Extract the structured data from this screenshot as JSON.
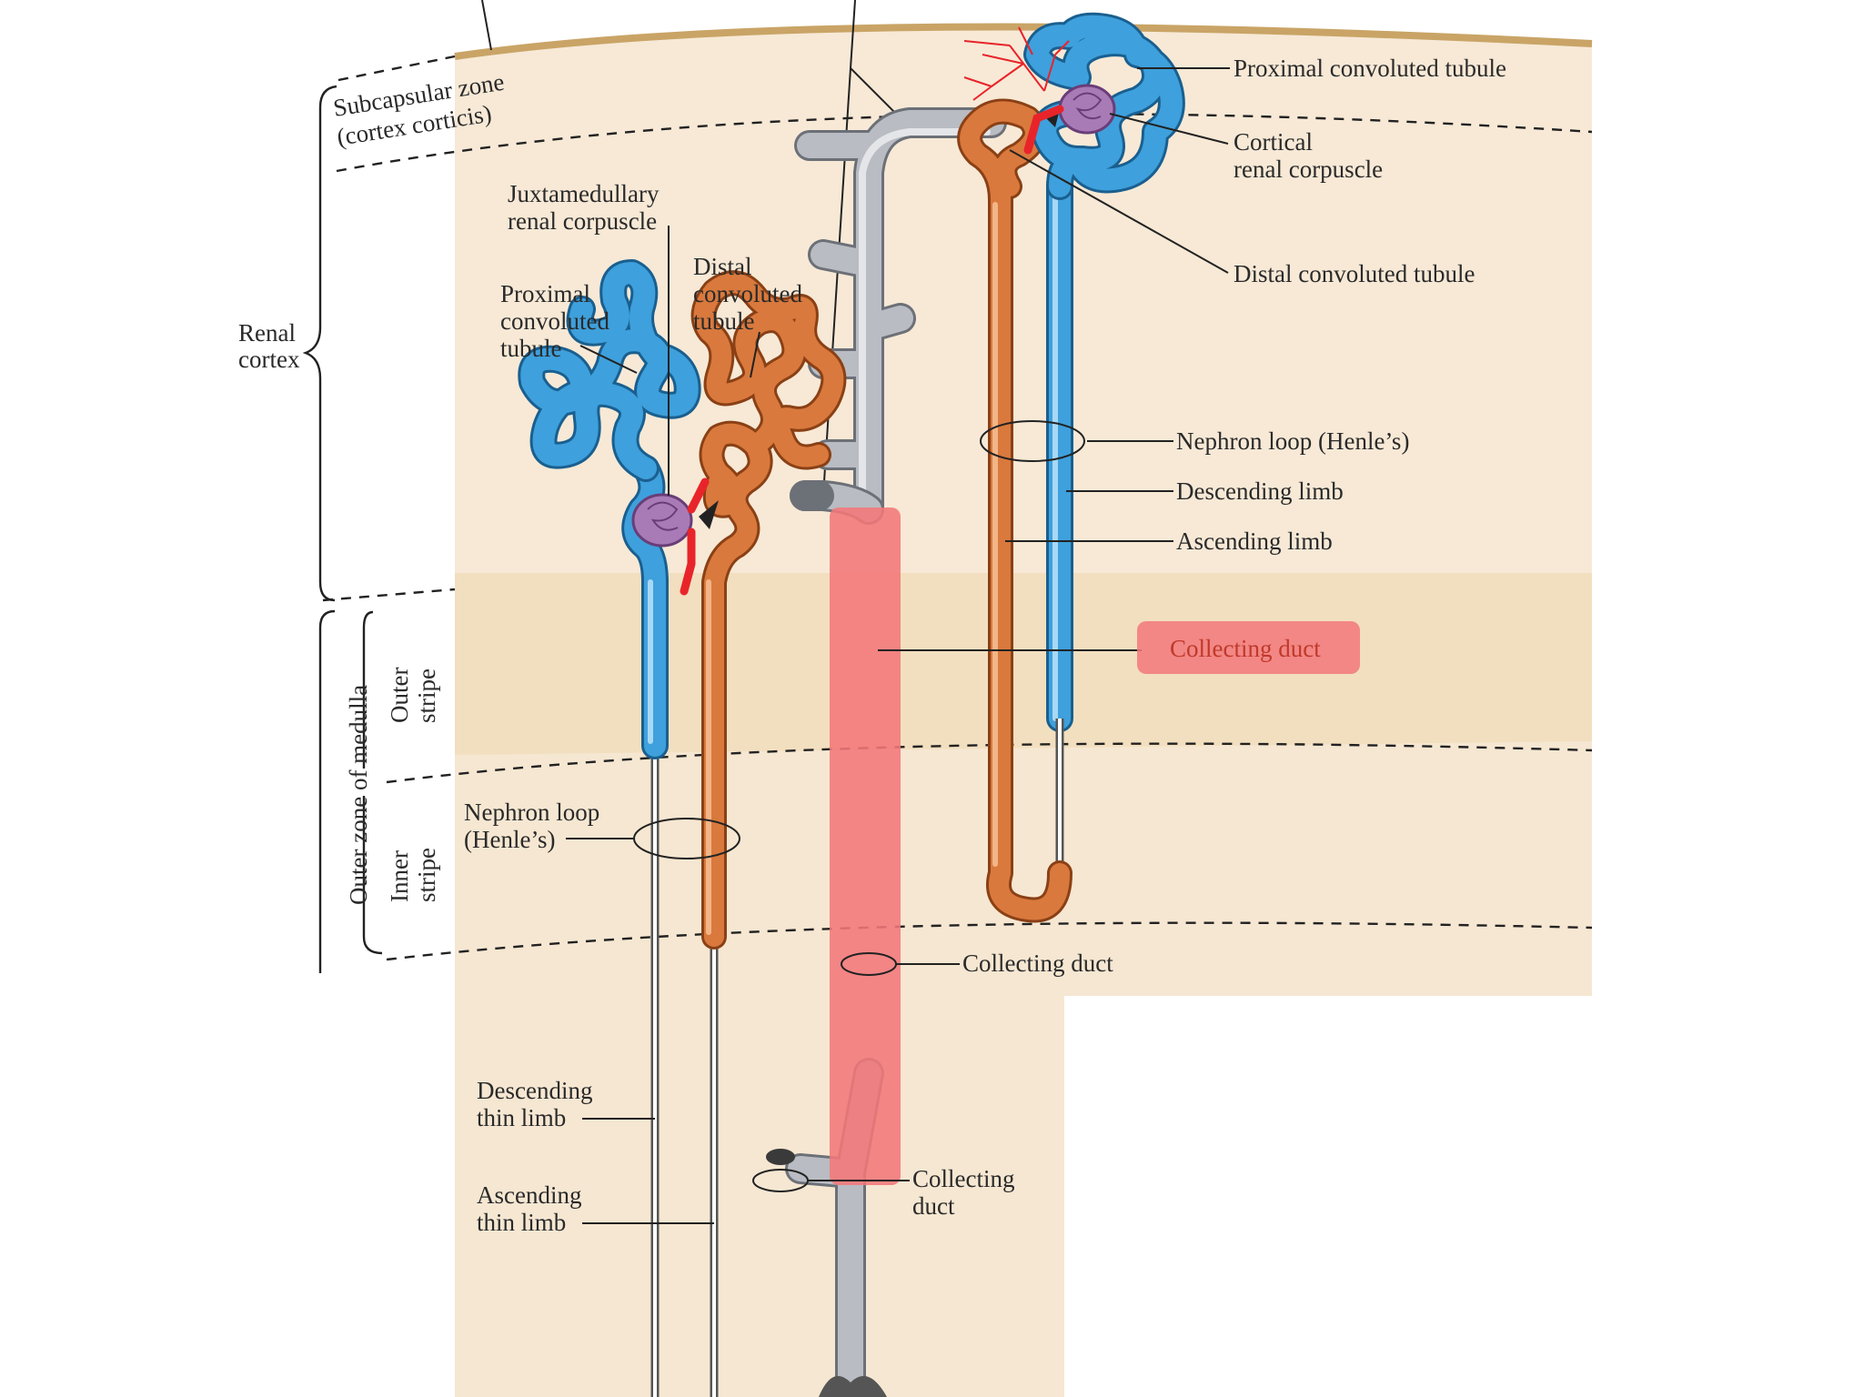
{
  "labels": {
    "pct_top": "Proximal convoluted tubule",
    "cortical_corpuscle_1": "Cortical",
    "cortical_corpuscle_2": "renal corpuscle",
    "dct_top": "Distal convoluted tubule",
    "subcapsular_1": "Subcapsular zone",
    "subcapsular_2": "(cortex corticis)",
    "renal_cortex_1": "Renal",
    "renal_cortex_2": "cortex",
    "juxta_1": "Juxtamedullary",
    "juxta_2": "renal corpuscle",
    "distal_1": "Distal",
    "distal_2": "convoluted",
    "distal_3": "tubule",
    "proximal_1": "Proximal",
    "proximal_2": "convoluted",
    "proximal_3": "tubule",
    "loop_right": "Nephron loop (Henle’s)",
    "descending_limb": "Descending limb",
    "ascending_limb": "Ascending limb",
    "collecting_duct_hl": "Collecting duct",
    "outer_zone": "Outer zone of medulla",
    "outer_stripe_1": "Outer",
    "outer_stripe_2": "stripe",
    "inner_stripe_1": "Inner",
    "inner_stripe_2": "stripe",
    "loop_left_1": "Nephron loop",
    "loop_left_2": "(Henle’s)",
    "collecting_duct_mid": "Collecting duct",
    "desc_thin_1": "Descending",
    "desc_thin_2": "thin limb",
    "asc_thin_1": "Ascending",
    "asc_thin_2": "thin limb",
    "collecting_duct_low_1": "Collecting",
    "collecting_duct_low_2": "duct"
  },
  "colors": {
    "cortex_bg": "#f7e9d6",
    "medulla_outer_bg": "#f2dfbf",
    "capsule": "#c9a466",
    "proximal_tubule": "#3ea0dc",
    "distal_tubule": "#d9793d",
    "collecting_duct": "#b9bcc2",
    "highlight": "#f2787a",
    "corpuscle": "#a97bb6",
    "vessel": "#e8242a"
  }
}
